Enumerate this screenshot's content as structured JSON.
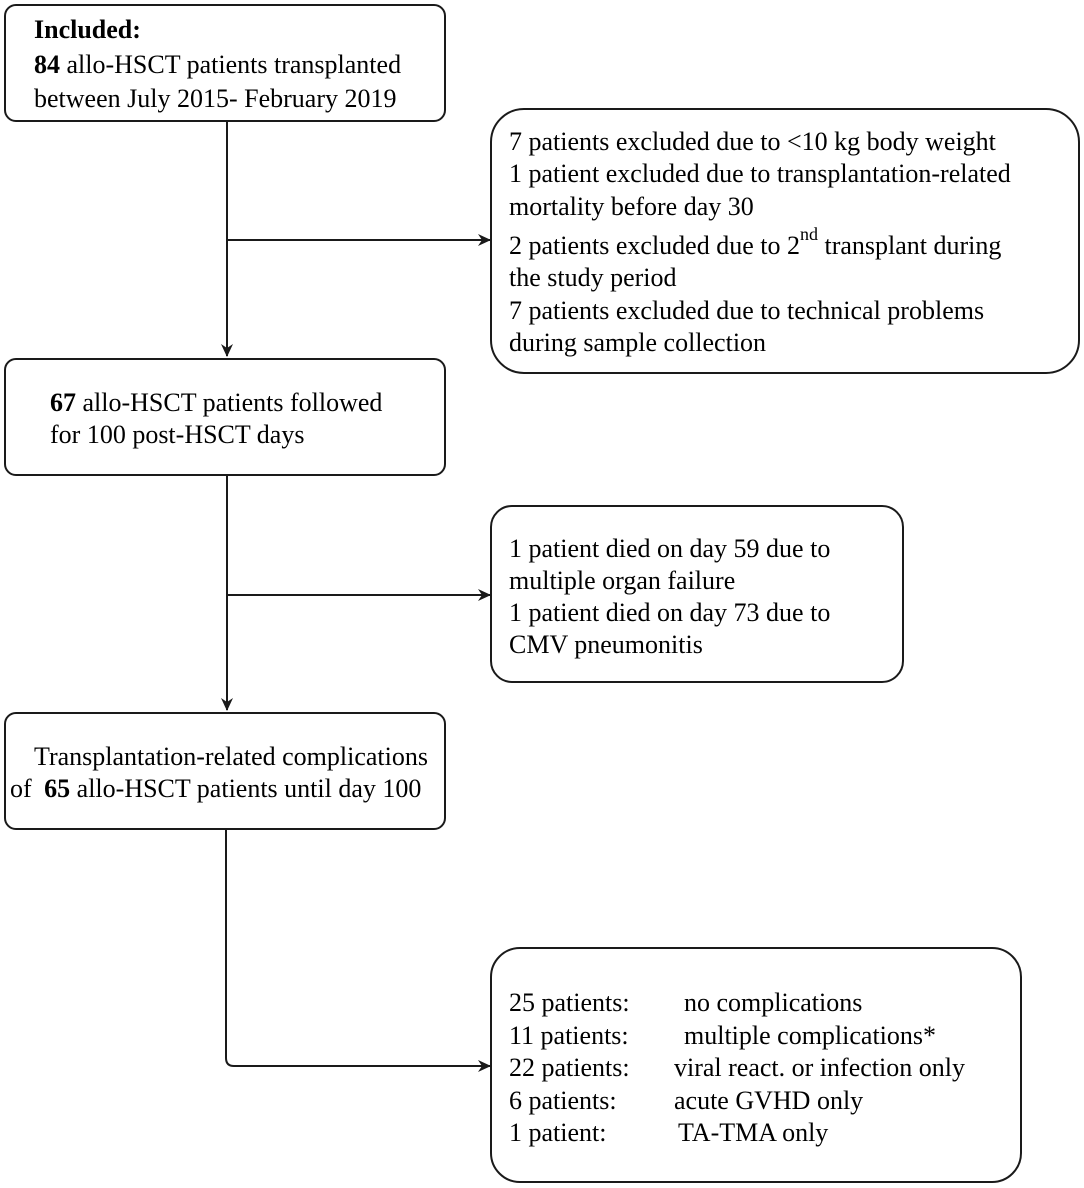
{
  "box_included": {
    "heading": "Included:",
    "count": "84",
    "line1_rest": " allo-HSCT patients transplanted",
    "line2": "between July 2015- February 2019"
  },
  "box_excluded": {
    "line1": "7 patients excluded due to <10 kg body weight",
    "line2": "1 patient excluded due to transplantation-related",
    "line3": "mortality before day 30",
    "line4_pre": "2 patients excluded due to 2",
    "line4_sup": "nd",
    "line4_post": " transplant during",
    "line5": "the study period",
    "line6": "7 patients excluded due to technical problems",
    "line7": "during sample collection"
  },
  "box_followed": {
    "count": "67",
    "line1_rest": " allo-HSCT patients followed",
    "line2": "for 100 post-HSCT days"
  },
  "box_died": {
    "line1": "1 patient died on day 59 due to",
    "line2": "multiple organ failure",
    "line3": "1 patient died on day 73 due to",
    "line4": "CMV pneumonitis"
  },
  "box_complications": {
    "line1": "Transplantation-related complications",
    "line2_pre": "of ",
    "count": "65",
    "line2_post": " allo-HSCT patients until day 100"
  },
  "box_outcomes": {
    "rows": [
      {
        "label": "25 patients:",
        "value": "no complications"
      },
      {
        "label": "11 patients:",
        "value": "multiple complications*"
      },
      {
        "label": "22 patients:",
        "value": "viral react. or infection only"
      },
      {
        "label": "6 patients:",
        "value": "acute GVHD only"
      },
      {
        "label": "1 patient:",
        "value": "TA-TMA only"
      }
    ]
  }
}
